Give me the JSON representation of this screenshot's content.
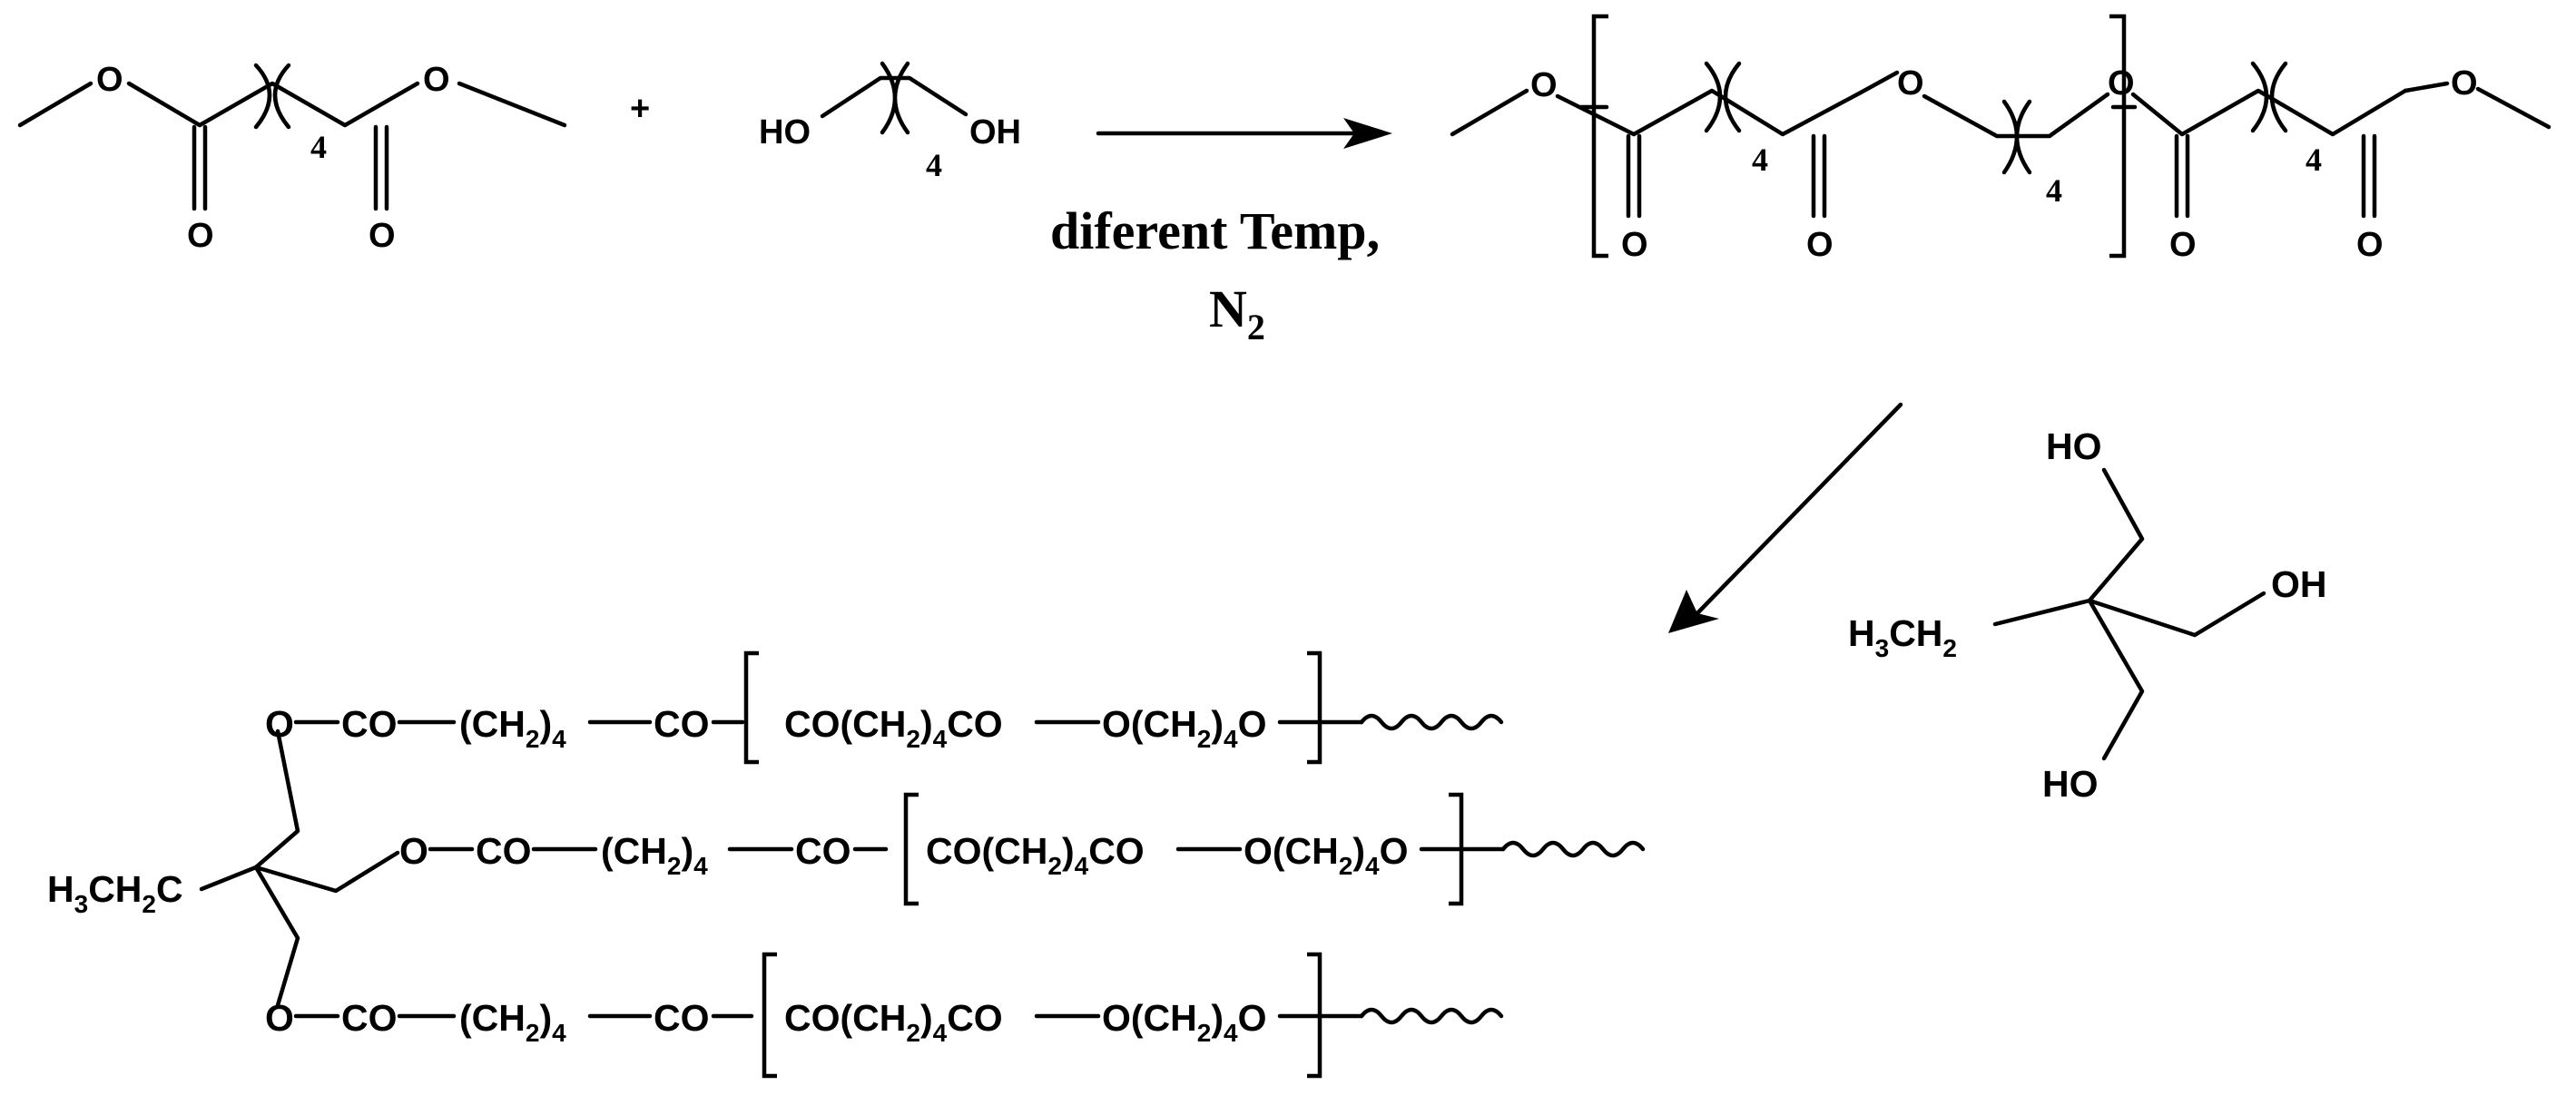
{
  "reactant1": {
    "o_left": "O",
    "o_right": "O",
    "carbonyl_left": "O",
    "carbonyl_right": "O",
    "count": "4"
  },
  "plus": "+",
  "reactant2": {
    "ho": "HO",
    "oh": "OH",
    "count": "4"
  },
  "arrow": {
    "condition_line1": "diferent Temp,",
    "condition_n": "N",
    "condition_sub": "2"
  },
  "oligomer": {
    "o_end_left": "O",
    "carbonyl1": "O",
    "count1": "4",
    "carbonyl2": "O",
    "o_link1": "O",
    "count2": "4",
    "o_link2": "O",
    "carbonyl3": "O",
    "count3": "4",
    "carbonyl4": "O",
    "o_end_right": "O"
  },
  "tmp": {
    "h3": "H",
    "h3_sub": "3",
    "ch2": "CH",
    "ch2_sub": "2",
    "oh_top": "HO",
    "oh_right": "OH",
    "oh_bottom": "HO"
  },
  "product": {
    "core": {
      "h": "H",
      "h_sub": "3",
      "ch": "CH",
      "ch_sub": "2",
      "c": "C"
    },
    "chains": [
      {
        "o": "O",
        "co": "CO",
        "ch2": "(CH",
        "ch2_sub": "2",
        "ch2_close": ")",
        "ch2_n": "4",
        "co2": "CO",
        "rep_a": "CO(CH",
        "rep_a_sub": "2",
        "rep_a_mid": ")",
        "rep_a_n": "4",
        "rep_a_end": "CO",
        "rep_b": "O(CH",
        "rep_b_sub": "2",
        "rep_b_mid": ")",
        "rep_b_n": "4",
        "rep_b_end": "O"
      },
      {
        "o": "O",
        "co": "CO",
        "ch2": "(CH",
        "ch2_sub": "2",
        "ch2_close": ")",
        "ch2_n": "4",
        "co2": "CO",
        "rep_a": "CO(CH",
        "rep_a_sub": "2",
        "rep_a_mid": ")",
        "rep_a_n": "4",
        "rep_a_end": "CO",
        "rep_b": "O(CH",
        "rep_b_sub": "2",
        "rep_b_mid": ")",
        "rep_b_n": "4",
        "rep_b_end": "O"
      },
      {
        "o": "O",
        "co": "CO",
        "ch2": "(CH",
        "ch2_sub": "2",
        "ch2_close": ")",
        "ch2_n": "4",
        "co2": "CO",
        "rep_a": "CO(CH",
        "rep_a_sub": "2",
        "rep_a_mid": ")",
        "rep_a_n": "4",
        "rep_a_end": "CO",
        "rep_b": "O(CH",
        "rep_b_sub": "2",
        "rep_b_mid": ")",
        "rep_b_n": "4",
        "rep_b_end": "O"
      }
    ]
  }
}
